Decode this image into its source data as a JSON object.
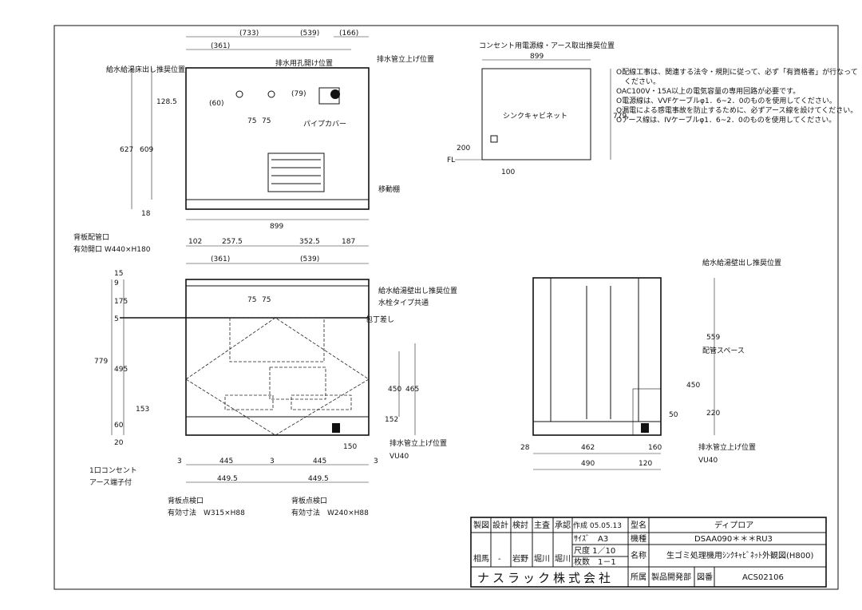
{
  "top_view": {
    "dims": [
      "(733)",
      "(539)",
      "(166)",
      "(361)",
      "128.5",
      "(60)",
      "(79)",
      "75",
      "75",
      "627",
      "609",
      "18",
      "899"
    ],
    "labels": [
      "給水給湯床出し推奨位置",
      "排水用孔開け位置",
      "排水管立上げ位置",
      "パイプカバー",
      "移動棚"
    ]
  },
  "outlet_view": {
    "title": "コンセント用電源線・アース取出推奨位置",
    "width": "899",
    "height": "779",
    "fl_height": "200",
    "fl": "FL",
    "offset": "100",
    "cabinet": "シンクキャビネット"
  },
  "notes": [
    "O配線工事は、関連する法令・規則に従って、必ず「有資格者」が行なって",
    "ください。",
    "OAC100V・15A以上の電気容量の専用回路が必要です。",
    "O電源線は、VVFケーブルφ1．6~2．0のものを使用してください。",
    "O漏電による感電事故を防止するために、必ずアース線を設けてください。",
    "Oアース線は、IVケーブルφ1．6~2．0のものを使用してください。"
  ],
  "front_view": {
    "dims_top": [
      "102",
      "257.5",
      "352.5",
      "187",
      "(361)",
      "(539)"
    ],
    "dims_left": [
      "15",
      "9",
      "175",
      "5",
      "495",
      "779",
      "153",
      "60",
      "20"
    ],
    "dims_inner": [
      "75",
      "75",
      "450",
      "465",
      "152",
      "150"
    ],
    "dims_bottom": [
      "3",
      "445",
      "3",
      "445",
      "3",
      "449.5",
      "449.5"
    ],
    "labels": {
      "back_pipe": "背板配管口",
      "back_pipe_size": "有効開口 W440×H180",
      "wall_supply": "給水給湯壁出し推奨位置",
      "faucet": "水栓タイプ共通",
      "knife": "包丁差し",
      "drain": "排水管立上げ位置",
      "vu": "VU40",
      "outlet": "1口コンセント",
      "earth": "アース端子付",
      "insp1": "背板点検口",
      "insp1_size": "有効寸法　W315×H88",
      "insp2": "背板点検口",
      "insp2_size": "有効寸法　W240×H88"
    }
  },
  "side_view": {
    "dims": [
      "559",
      "450",
      "220",
      "50",
      "28",
      "462",
      "160",
      "490",
      "120"
    ],
    "labels": {
      "wall_supply": "給水給湯壁出し推奨位置",
      "pipe_space": "配管スペース",
      "drain": "排水管立上げ位置",
      "vu": "VU40"
    }
  },
  "title_block": {
    "headers": [
      "製図",
      "設計",
      "検討",
      "主査",
      "承認"
    ],
    "signers": [
      "相馬",
      "-",
      "岩野",
      "堀川",
      "堀川"
    ],
    "created": "作成 05.05.13",
    "size": "ｻｲｽﾞ　A3",
    "scale": "尺度 1／10",
    "sheets": "枚数　1－1",
    "model_name_label": "型名",
    "model_name": "ディプロア",
    "model_label": "機種",
    "model": "DSAA090＊＊＊RU3",
    "name_label": "名称",
    "name": "生ゴミ処理機用ｼﾝｸｷｬﾋﾞﾈｯﾄ外観図(H800)",
    "company": "ナスラック株式会社",
    "dept_label": "所属",
    "dept": "製品開発部",
    "drawing_no_label": "図番",
    "drawing_no": "ACS02106"
  }
}
